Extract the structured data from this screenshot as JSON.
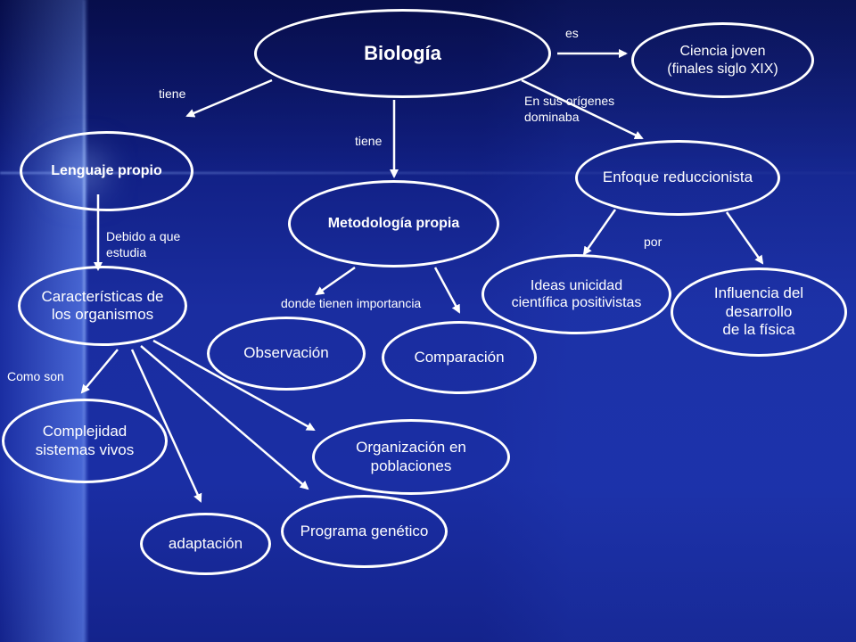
{
  "nodes": {
    "biologia": "Biología",
    "ciencia_joven": "Ciencia joven\n(finales siglo XIX)",
    "lenguaje_propio": "Lenguaje propio",
    "metodologia_propia": "Metodología propia",
    "enfoque_reduccionista": "Enfoque reduccionista",
    "caracteristicas": "Características de\nlos organismos",
    "ideas_unicidad": "Ideas unicidad\ncientífica positivistas",
    "influencia": "Influencia del\ndesarrollo\nde la física",
    "observacion": "Observación",
    "comparacion": "Comparación",
    "complejidad": "Complejidad\nsistemas vivos",
    "organizacion": "Organización en\npoblaciones",
    "programa_genetico": "Programa genético",
    "adaptacion": "adaptación"
  },
  "edge_labels": {
    "es": "es",
    "tiene_left": "tiene",
    "tiene_center": "tiene",
    "origenes": "En sus orígenes\ndominaba",
    "debido": "Debido a  que\nestudia",
    "donde": "donde tienen importancia",
    "por": "por",
    "como_son": "Como son"
  },
  "colors": {
    "background": "#1a2ea4",
    "stroke": "#ffffff",
    "text": "#ffffff"
  }
}
